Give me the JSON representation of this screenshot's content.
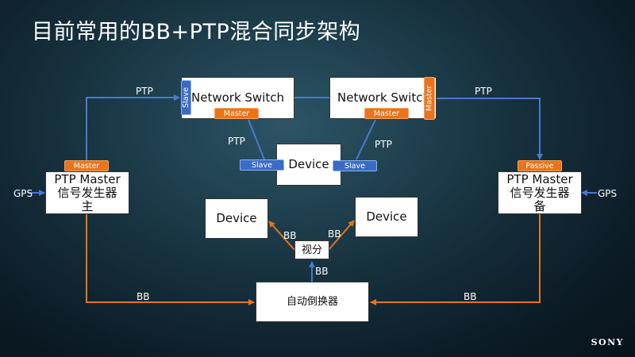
{
  "title": "目前常用的BB+PTP混合同步架构",
  "boxes": {
    "switch_left": "Network Switch",
    "switch_right": "Network Switch",
    "device_center": "Device",
    "ptp_master_main": "PTP Master\n信号发生器\n主",
    "ptp_master_backup": "PTP Master\n信号发生器\n备",
    "device_left": "Device",
    "device_right": "Device",
    "splitter": "视分",
    "changeover": "自动倒换器"
  },
  "tags": {
    "left_switch_slave": "Slave",
    "left_switch_master": "Master",
    "right_switch_master_bottom": "Master",
    "right_switch_master_side": "Master",
    "device_slave_left": "Slave",
    "device_slave_right": "Slave",
    "main_master": "Master",
    "backup_passive": "Passive"
  },
  "labels": {
    "ptp_top_left": "PTP",
    "ptp_top_right": "PTP",
    "ptp_device_left": "PTP",
    "ptp_device_right": "PTP",
    "gps_left": "GPS",
    "gps_right": "GPS",
    "bb_left_device": "BB",
    "bb_right_device": "BB",
    "bb_splitter": "BB",
    "bb_bottom_left": "BB",
    "bb_bottom_right": "BB"
  },
  "colors": {
    "ptp_line": "#4a78d0",
    "bb_line": "#e8741c",
    "master_tag": "#e8741c",
    "slave_tag": "#3a6cc6"
  },
  "logo": "SONY"
}
